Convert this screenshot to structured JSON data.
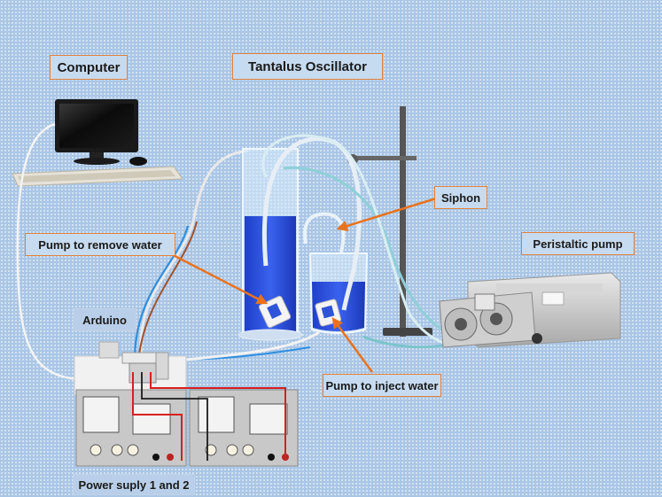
{
  "labels": {
    "computer": "Computer",
    "tantalus": "Tantalus Oscillator",
    "siphon": "Siphon",
    "pump_remove": "Pump to remove water",
    "peristaltic": "Peristaltic pump",
    "arduino": "Arduino",
    "pump_inject": "Pump to inject water",
    "power_supply": "Power suply 1 and 2"
  },
  "colors": {
    "background": "#a9c6e6",
    "label_border": "#e0813b",
    "arrow": "#e8731e",
    "water": "#2b4fd8",
    "wire_red": "#d81f1f",
    "wire_blue": "#2f8fe0",
    "tube": "#e8e8e8"
  },
  "icons": [
    "computer-monitor-icon",
    "keyboard-icon",
    "mouse-icon",
    "arduino-board-icon",
    "power-supply-icon",
    "tall-cylinder-icon",
    "beaker-icon",
    "lab-stand-icon",
    "peristaltic-pump-icon"
  ]
}
